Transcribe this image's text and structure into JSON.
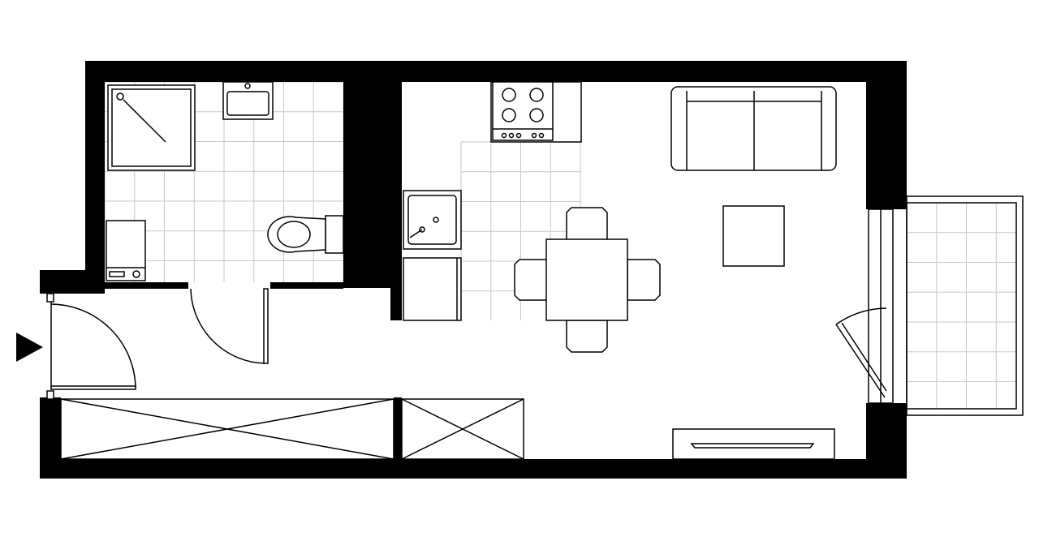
{
  "colors": {
    "wall": "#000000",
    "background": "#ffffff",
    "tile_grid": "#c8c8c8",
    "furniture_outline": "#000000"
  },
  "rooms": [
    "bathroom",
    "kitchen",
    "living-room",
    "hallway",
    "balcony",
    "storage"
  ],
  "icons": {
    "entrance": "triangle-arrow-right"
  }
}
